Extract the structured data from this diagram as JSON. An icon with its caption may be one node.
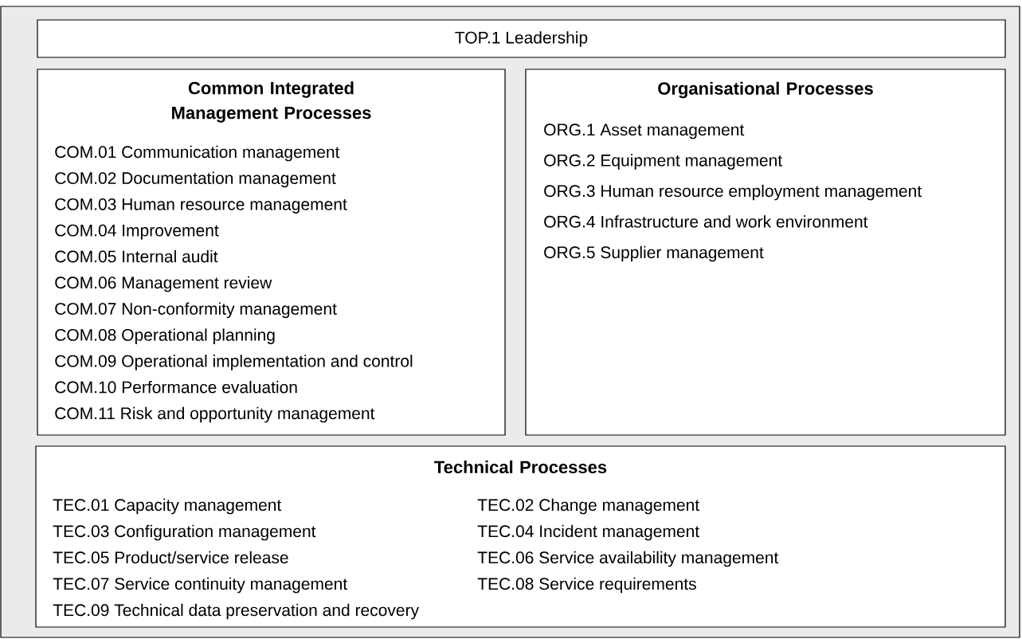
{
  "diagram": {
    "nodes": [
      {
        "text": [
          "TOP.1 Leadership"
        ]
      },
      {
        "text": [
          "Common Integrated Management Processes",
          "COM.01 Communication management",
          "COM.02 Documentation management",
          "COM.03 Human resource management",
          "COM.04 Improvement",
          "COM.05 Internal audit",
          "COM.06 Management review",
          "COM.07 Non-conformity management",
          "COM.08 Operational planning",
          "COM.09 Operational implementation and control",
          "COM.10 Performance evaluation",
          "COM.11 Risk and opportunity management"
        ]
      },
      {
        "text": [
          "Organisational Processes",
          "ORG.1 Asset management",
          "ORG.2 Equipment management",
          "ORG.3 Human resource employment management",
          "ORG.4 Infrastructure and work environment",
          "ORG.5 Supplier management"
        ]
      },
      {
        "text": [
          "Technical Processes",
          "TEC.01 Capacity management",
          "TEC.02 Change management",
          "TEC.03 Configuration management",
          "TEC.04 Incident management",
          "TEC.05 Product/service release",
          "TEC.06 Service availability management",
          "TEC.07 Service continuity management",
          "TEC.08 Service requirements",
          "TEC.09 Technical data preservation and recovery"
        ]
      }
    ]
  }
}
